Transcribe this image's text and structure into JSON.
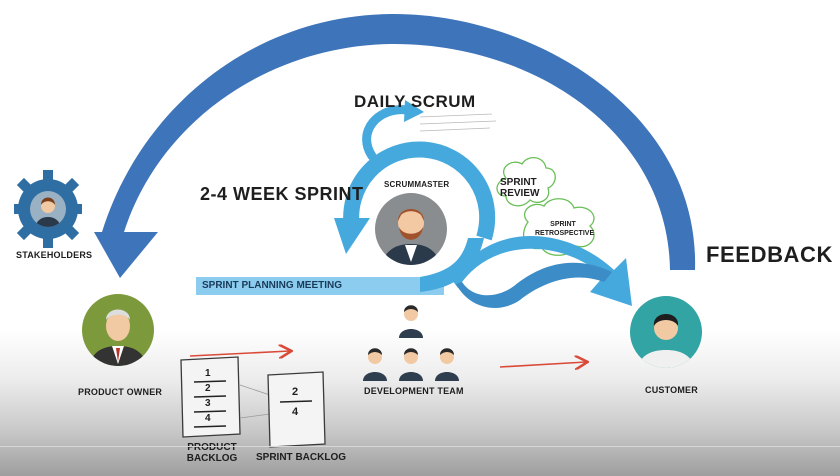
{
  "labels": {
    "daily_scrum": "DAILY SCRUM",
    "sprint_duration": "2-4 WEEK SPRINT",
    "scrummaster": "SCRUMMASTER",
    "sprint_review": "SPRINT REVIEW",
    "sprint_retrospective": "SPRINT RETROSPECTIVE",
    "feedback": "FEEDBACK",
    "stakeholders": "STAKEHOLDERS",
    "sprint_planning_meeting": "SPRINT PLANNING MEETING",
    "product_owner": "PRODUCT OWNER",
    "development_team": "DEVELOPMENT TEAM",
    "customer": "CUSTOMER",
    "product_backlog": "PRODUCT BACKLOG",
    "sprint_backlog": "SPRINT BACKLOG"
  },
  "product_backlog_items": [
    "1",
    "2",
    "3",
    "4"
  ],
  "sprint_backlog_items": [
    "2",
    "4"
  ],
  "colors": {
    "feedback_arrow": "#3d74ba",
    "sprint_cycle": "#45a9dd",
    "flow_arrow": "#d94a38",
    "product_owner_circle": "#7c9a3b",
    "customer_circle": "#31a4a3",
    "scrummaster_circle": "#8a8d8f",
    "gear": "#2f6ea3"
  }
}
